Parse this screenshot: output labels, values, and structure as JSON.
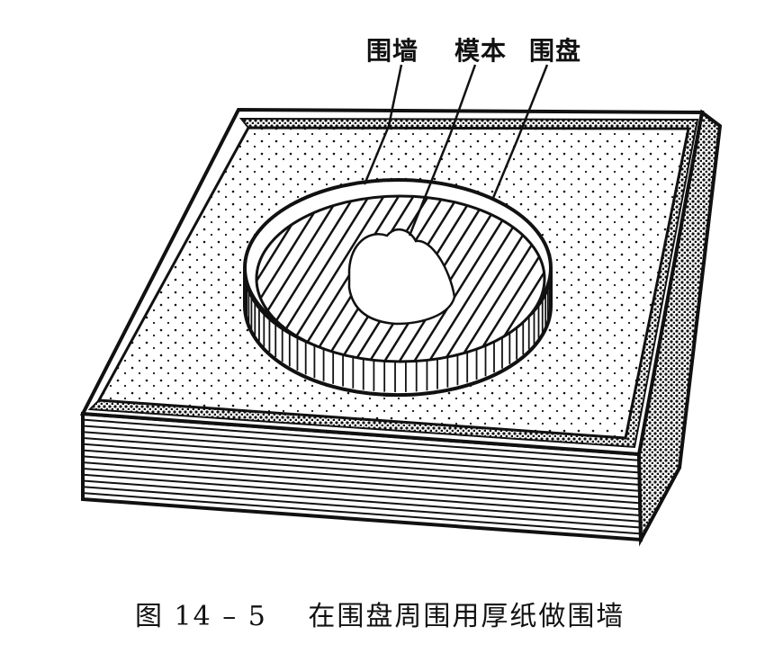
{
  "labels": {
    "wall": "围墙",
    "model": "模本",
    "tray": "围盘"
  },
  "caption": {
    "figure_number": "图 14 – 5",
    "text": "在围盘周围用厚纸做围墙"
  },
  "colors": {
    "ink": "#111111",
    "paper": "#ffffff"
  }
}
